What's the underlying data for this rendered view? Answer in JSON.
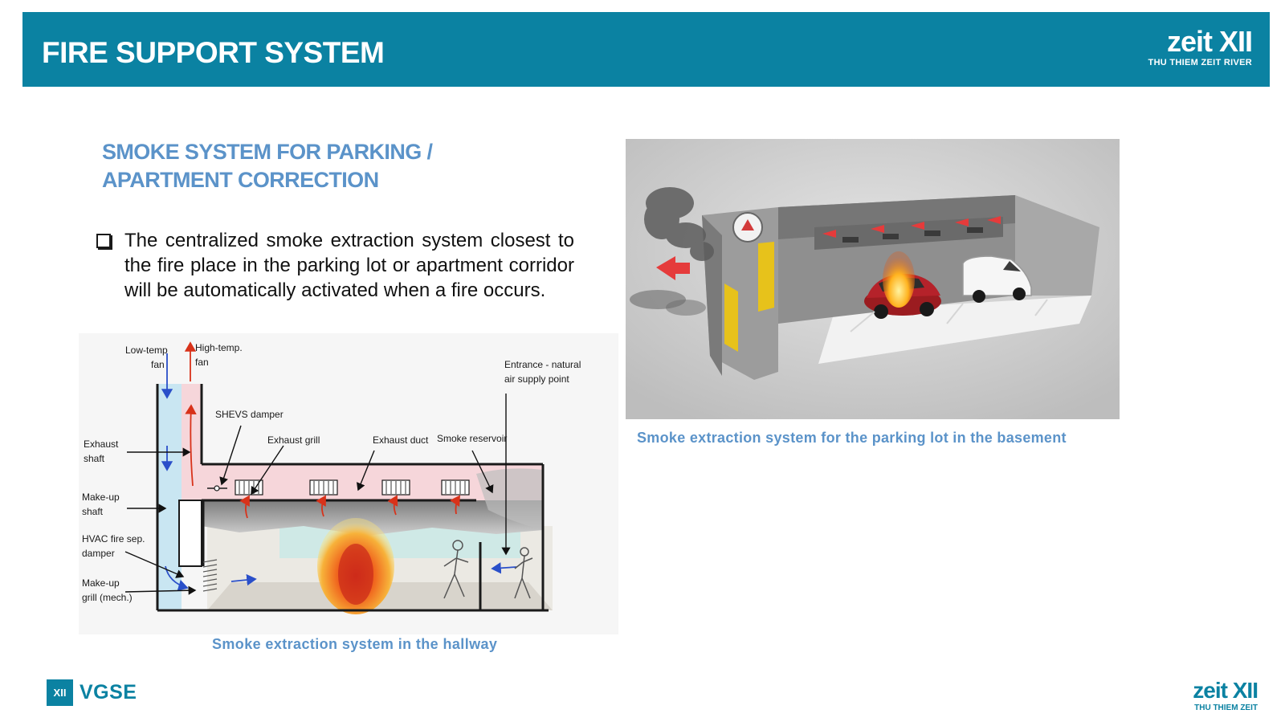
{
  "header": {
    "title": "FIRE SUPPORT SYSTEM",
    "logo_word": "zeit XII",
    "logo_subtitle": "THU THIEM ZEIT RIVER"
  },
  "subtitle": {
    "line1": "SMOKE SYSTEM FOR PARKING  /",
    "line2": "APARTMENT CORRECTION"
  },
  "bullet": {
    "text": "The centralized smoke extraction system closest to the fire place in the parking lot or apartment corridor will be automatically activated when a fire occurs."
  },
  "diagram": {
    "labels": {
      "low_temp_fan_1": "Low-temp",
      "low_temp_fan_2": "fan",
      "high_temp_fan_1": "High-temp.",
      "high_temp_fan_2": "fan",
      "entrance_1": "Entrance - natural",
      "entrance_2": "air supply point",
      "shevs_damper": "SHEVS damper",
      "exhaust_grill": "Exhaust grill",
      "exhaust_duct": "Exhaust duct",
      "smoke_reservoir": "Smoke reservoir",
      "exhaust_shaft_1": "Exhaust",
      "exhaust_shaft_2": "shaft",
      "makeup_shaft_1": "Make-up",
      "makeup_shaft_2": "shaft",
      "hvac_1": "HVAC fire sep.",
      "hvac_2": "damper",
      "makeup_grill_1": "Make-up",
      "makeup_grill_2": "grill (mech.)"
    },
    "caption": "Smoke extraction system in the hallway"
  },
  "photo": {
    "caption": "Smoke extraction system for the parking lot in the basement"
  },
  "footer": {
    "left_logo_mark": "XII",
    "left_logo_word": "VGSE",
    "right_logo_word": "zeit XII",
    "right_logo_subtitle": "THU THIEM ZEIT"
  },
  "colors": {
    "brand_teal": "#0b82a2",
    "subtitle_blue": "#5b93c9"
  }
}
